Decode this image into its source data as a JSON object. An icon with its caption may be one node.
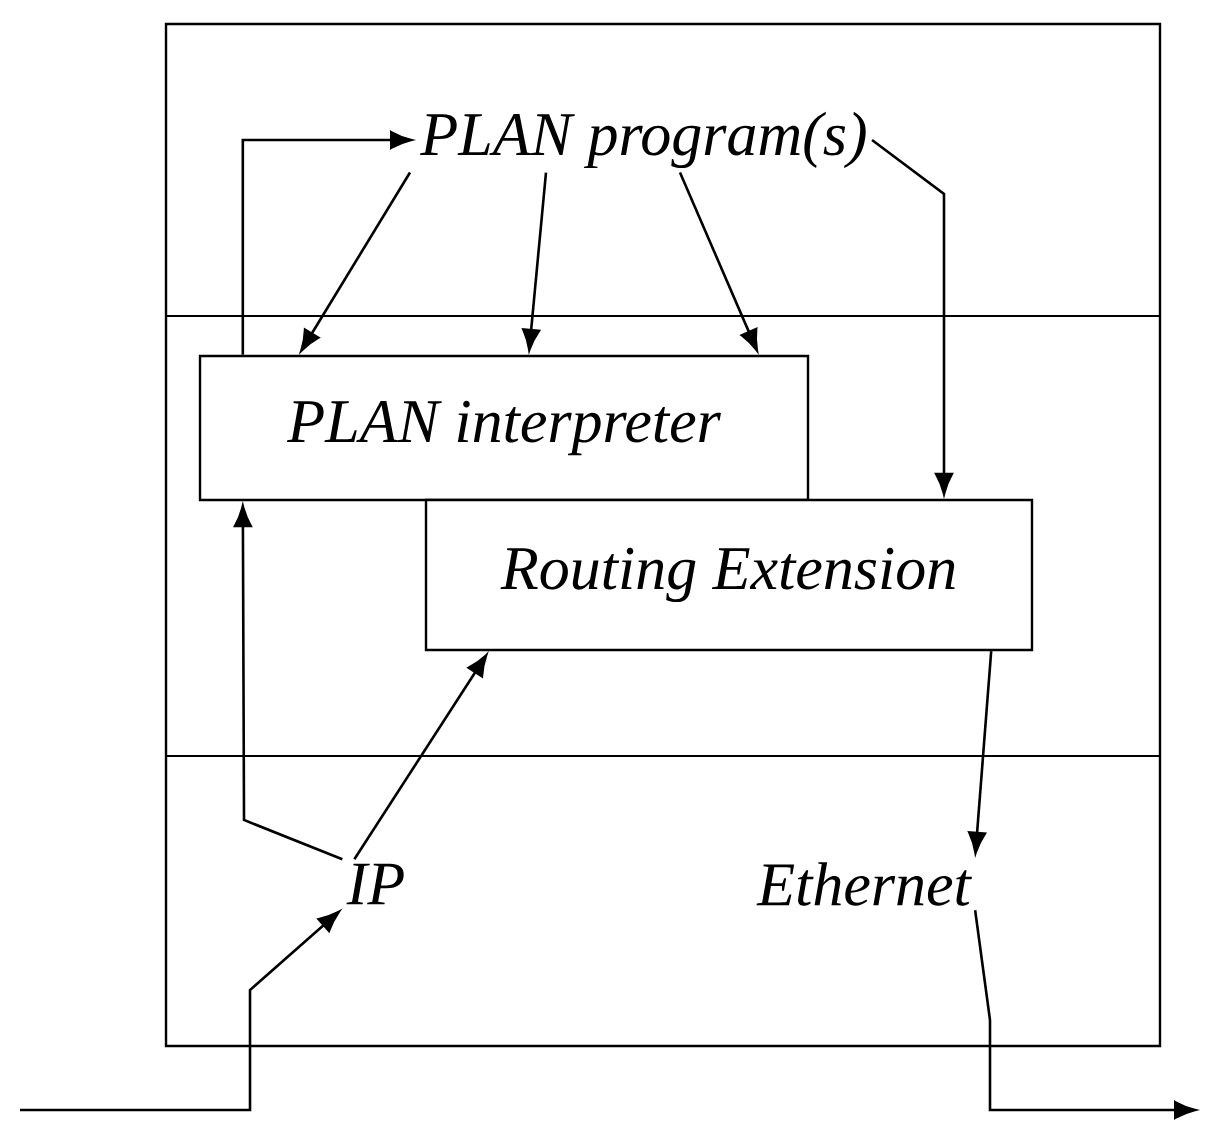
{
  "diagram": {
    "nodes": [
      {
        "text": [
          "PLAN program(s)"
        ]
      },
      {
        "text": [
          "PLAN interpreter"
        ]
      },
      {
        "text": [
          "Routing Extension"
        ]
      },
      {
        "text": [
          "IP"
        ]
      },
      {
        "text": [
          "Ethernet"
        ]
      }
    ],
    "edges": [
      {
        "from": 0,
        "to": 1,
        "arrow": "to"
      },
      {
        "from": 0,
        "to": 1,
        "arrow": "to"
      },
      {
        "from": 0,
        "to": 1,
        "arrow": "to"
      },
      {
        "from": 1,
        "to": 0,
        "arrow": "to"
      },
      {
        "from": 0,
        "to": 2,
        "arrow": "to"
      },
      {
        "from": 3,
        "to": 1,
        "arrow": "to"
      },
      {
        "from": 3,
        "to": 2,
        "arrow": "to"
      },
      {
        "from": 2,
        "to": 4,
        "arrow": "to"
      },
      {
        "from": null,
        "to": 3,
        "arrow": "to"
      },
      {
        "from": 4,
        "to": null,
        "arrow": "to"
      }
    ]
  }
}
